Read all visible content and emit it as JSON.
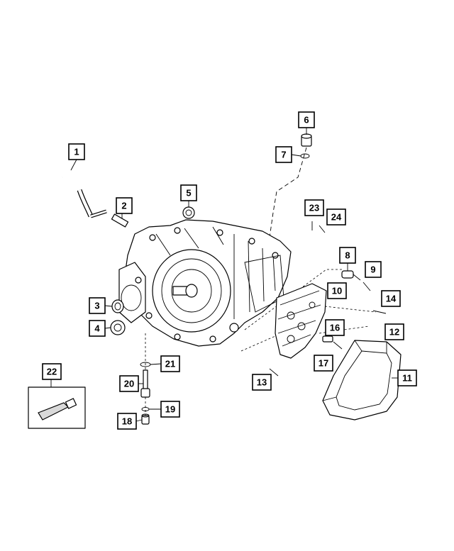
{
  "callouts": [
    {
      "id": "1",
      "label": "1"
    },
    {
      "id": "2",
      "label": "2"
    },
    {
      "id": "3",
      "label": "3"
    },
    {
      "id": "4",
      "label": "4"
    },
    {
      "id": "5",
      "label": "5"
    },
    {
      "id": "6",
      "label": "6"
    },
    {
      "id": "7",
      "label": "7"
    },
    {
      "id": "8",
      "label": "8"
    },
    {
      "id": "9",
      "label": "9"
    },
    {
      "id": "10",
      "label": "10"
    },
    {
      "id": "11",
      "label": "11"
    },
    {
      "id": "12",
      "label": "12"
    },
    {
      "id": "13",
      "label": "13"
    },
    {
      "id": "14",
      "label": "14"
    },
    {
      "id": "16",
      "label": "16"
    },
    {
      "id": "17",
      "label": "17"
    },
    {
      "id": "18",
      "label": "18"
    },
    {
      "id": "19",
      "label": "19"
    },
    {
      "id": "20",
      "label": "20"
    },
    {
      "id": "21",
      "label": "21"
    },
    {
      "id": "22",
      "label": "22"
    },
    {
      "id": "23",
      "label": "23"
    },
    {
      "id": "24",
      "label": "24"
    }
  ],
  "colors": {
    "line": "#000000",
    "background": "#ffffff",
    "shade": "#d9d9d9"
  }
}
